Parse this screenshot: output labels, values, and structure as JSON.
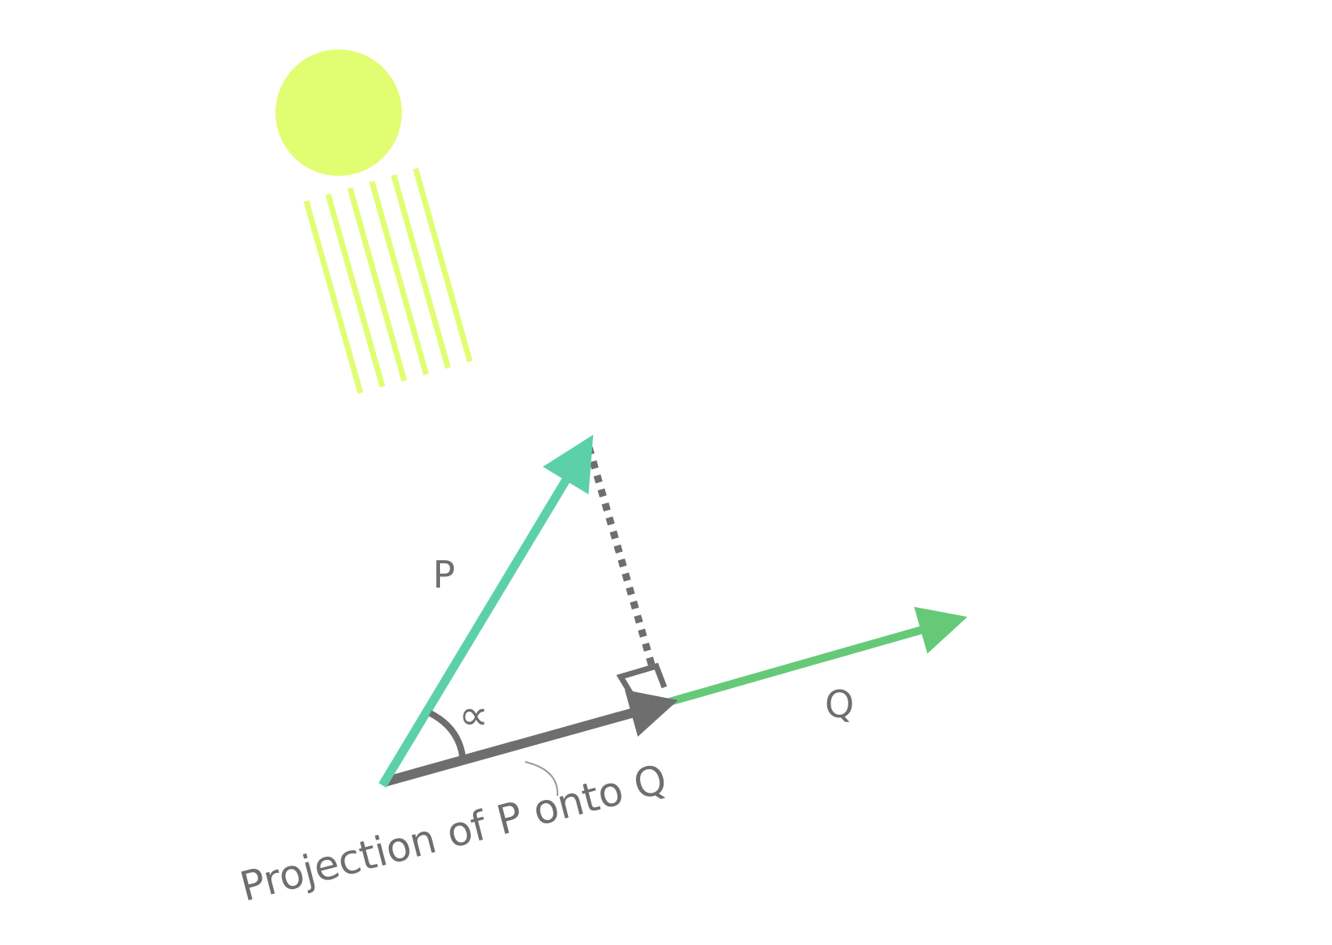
{
  "diagram": {
    "labels": {
      "vector_p": "P",
      "vector_q": "Q",
      "angle": "∝",
      "projection": "Projection of P onto Q"
    },
    "colors": {
      "background": "#ffffff",
      "sun": "#e1fd72",
      "light_rays": "#e1fd72",
      "vector_p": "#5cd1a9",
      "vector_q": "#66c978",
      "projection": "#6e6e6e",
      "dotted_line": "#6e6e6e",
      "right_angle_marker": "#6e6e6e",
      "angle_arc": "#6e6e6e",
      "text": "#6e6e6e"
    },
    "icons": {
      "light_source": "sun-icon",
      "rays": "light-rays"
    }
  }
}
